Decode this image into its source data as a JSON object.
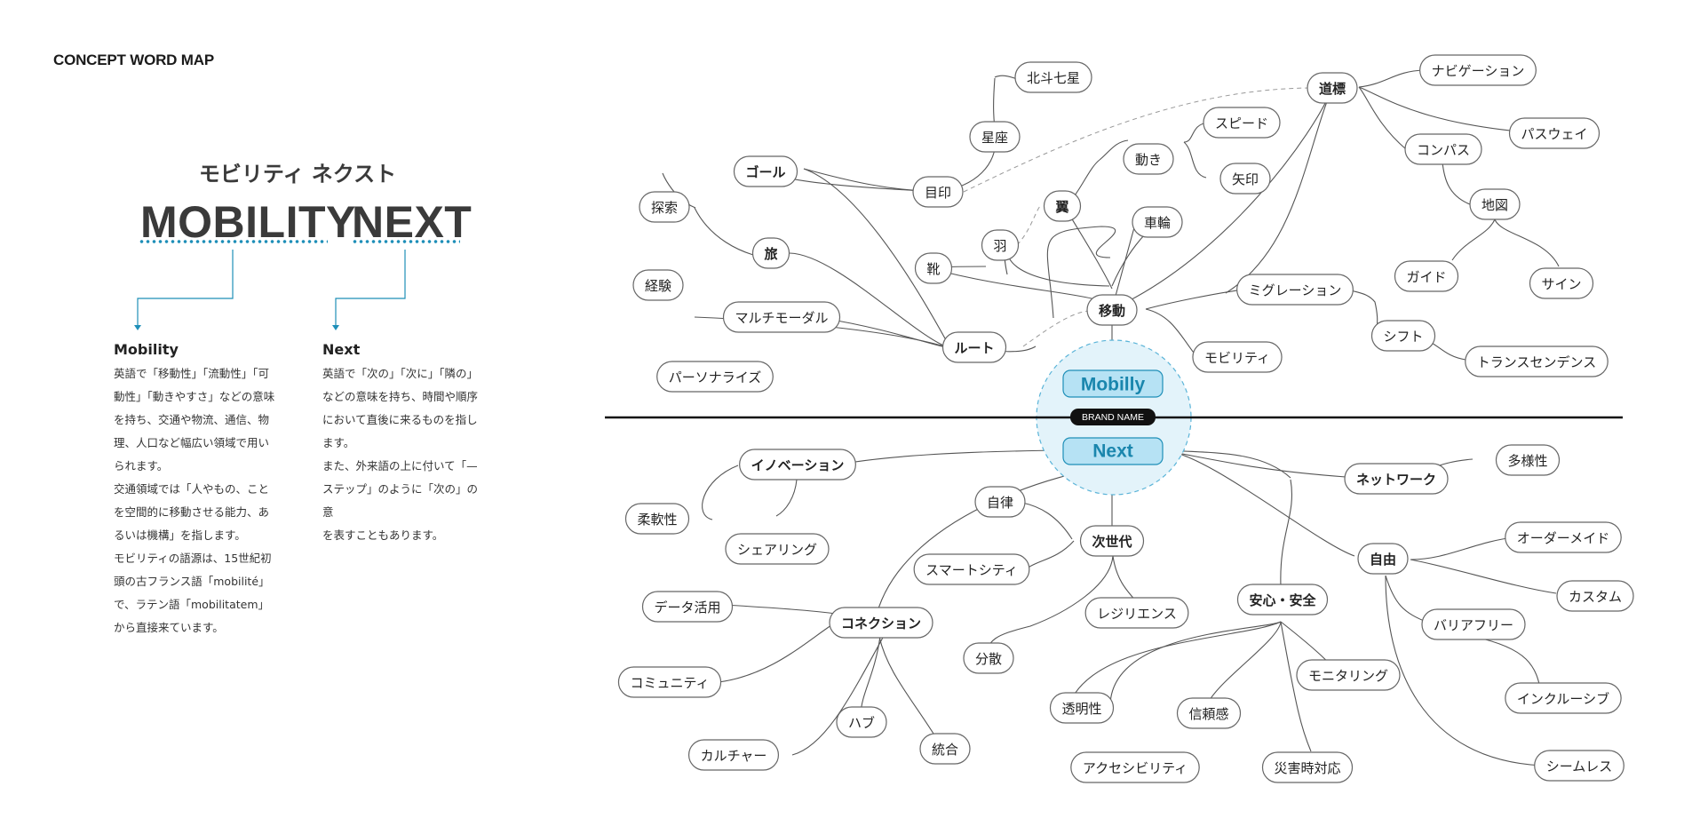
{
  "header": {
    "title": "CONCEPT WORD MAP"
  },
  "brand": {
    "kana": "モビリティ ネクスト",
    "word1": "MOBILITY",
    "word2": "NEXT",
    "accent_color": "#1e8fb8"
  },
  "definitions": [
    {
      "title": "Mobility",
      "text": "英語で「移動性」「流動性」「可\n動性」「動きやすさ」などの意味\nを持ち、交通や物流、通信、物\n理、人口など幅広い領域で用い\nられます。\n交通領域では「人やもの、こと\nを空間的に移動させる能力、あ\nるいは機構」を指します。\nモビリティの語源は、15世紀初\n頭の古フランス語「mobilité」\nで、ラテン語「mobilitatem」\nから直接来ています。"
    },
    {
      "title": "Next",
      "text": "英語で「次の」「次に」「隣の」\nなどの意味を持ち、時間や順序\nにおいて直後に来るものを指し\nます。\nまた、外来語の上に付いて「—\nステップ」のように「次の」の意\nを表すこともあります。"
    }
  ],
  "map": {
    "center_top": "Mobilly",
    "center_bottom": "Next",
    "brand_label": "BRAND NAME",
    "nodes": {
      "hokuto": "北斗七星",
      "seiza": "星座",
      "mejirushi": "目印",
      "goal": "ゴール",
      "tansaku": "探索",
      "tabi": "旅",
      "keiken": "経験",
      "multimodal": "マルチモーダル",
      "route": "ルート",
      "personalize": "パーソナライズ",
      "kutsu": "靴",
      "hane": "羽",
      "tsubasa": "翼",
      "ugoki": "動き",
      "speed": "スピード",
      "yajirushi": "矢印",
      "sharin": "車輪",
      "idou": "移動",
      "migration": "ミグレーション",
      "mobility": "モビリティ",
      "shift": "シフト",
      "transcend": "トランスセンデンス",
      "michishirube": "道標",
      "navigation": "ナビゲーション",
      "pathway": "パスウェイ",
      "compass": "コンパス",
      "chizu": "地図",
      "guide": "ガイド",
      "sign": "サイン",
      "innovation": "イノベーション",
      "juunansei": "柔軟性",
      "sharing": "シェアリング",
      "jiritsu": "自律",
      "jisedai": "次世代",
      "smartcity": "スマートシティ",
      "resilience": "レジリエンス",
      "bunsan": "分散",
      "data": "データ活用",
      "connection": "コネクション",
      "community": "コミュニティ",
      "hub": "ハブ",
      "tougou": "統合",
      "culture": "カルチャー",
      "anshin": "安心・安全",
      "toumeisei": "透明性",
      "shinraikan": "信頼感",
      "monitoring": "モニタリング",
      "accessibility": "アクセシビリティ",
      "saigai": "災害時対応",
      "network": "ネットワーク",
      "tayousei": "多様性",
      "jiyuu": "自由",
      "ordermade": "オーダーメイド",
      "custom": "カスタム",
      "barrierfree": "バリアフリー",
      "inclusive": "インクルーシブ",
      "seamless": "シームレス"
    }
  }
}
